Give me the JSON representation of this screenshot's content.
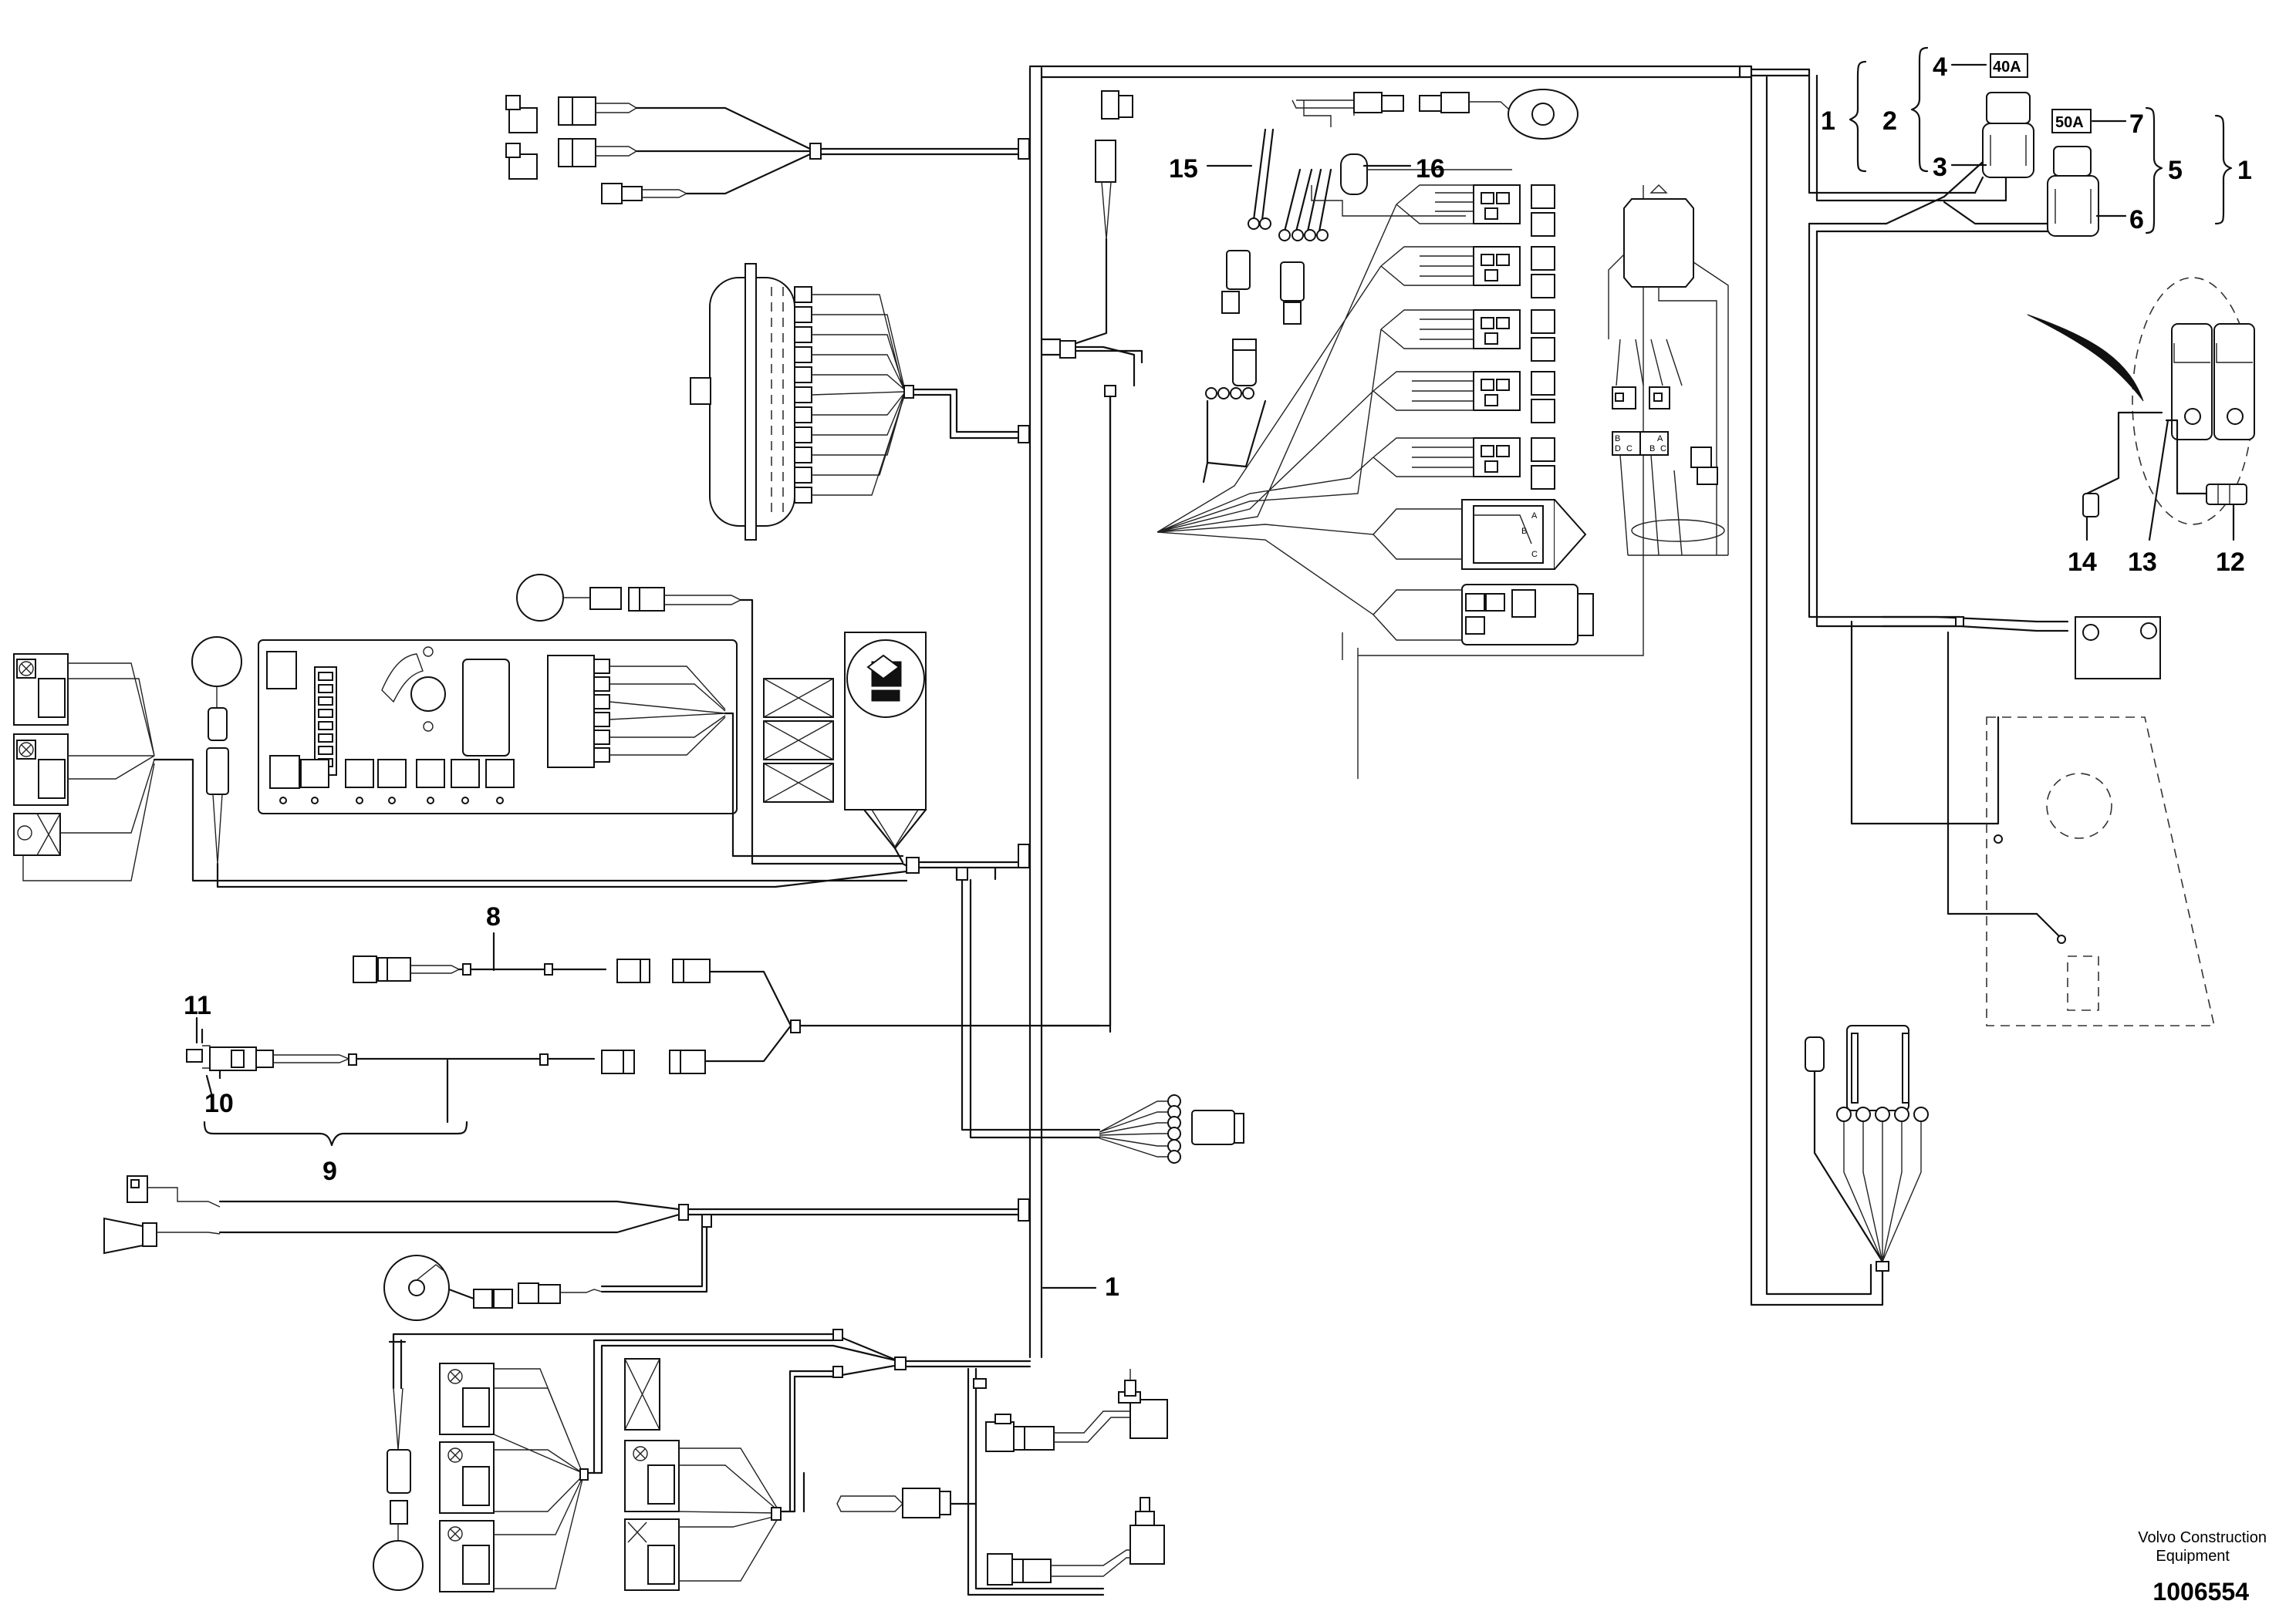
{
  "callouts": {
    "c1_main": "1",
    "c1_top_left": "1",
    "c2": "2",
    "c3": "3",
    "c4": "4",
    "c5": "5",
    "c1_top_right": "1",
    "c6": "6",
    "c7": "7",
    "c8": "8",
    "c9": "9",
    "c10": "10",
    "c11": "11",
    "c12": "12",
    "c13": "13",
    "c14": "14",
    "c15": "15",
    "c16": "16"
  },
  "fuses": {
    "fuse_40": "40A",
    "fuse_50": "50A"
  },
  "pin_labels": {
    "a": "A",
    "b": "B",
    "c": "C",
    "d": "D"
  },
  "footer": {
    "brand_line1": "Volvo Construction",
    "brand_line2": "Equipment",
    "drawing_number": "1006554"
  }
}
